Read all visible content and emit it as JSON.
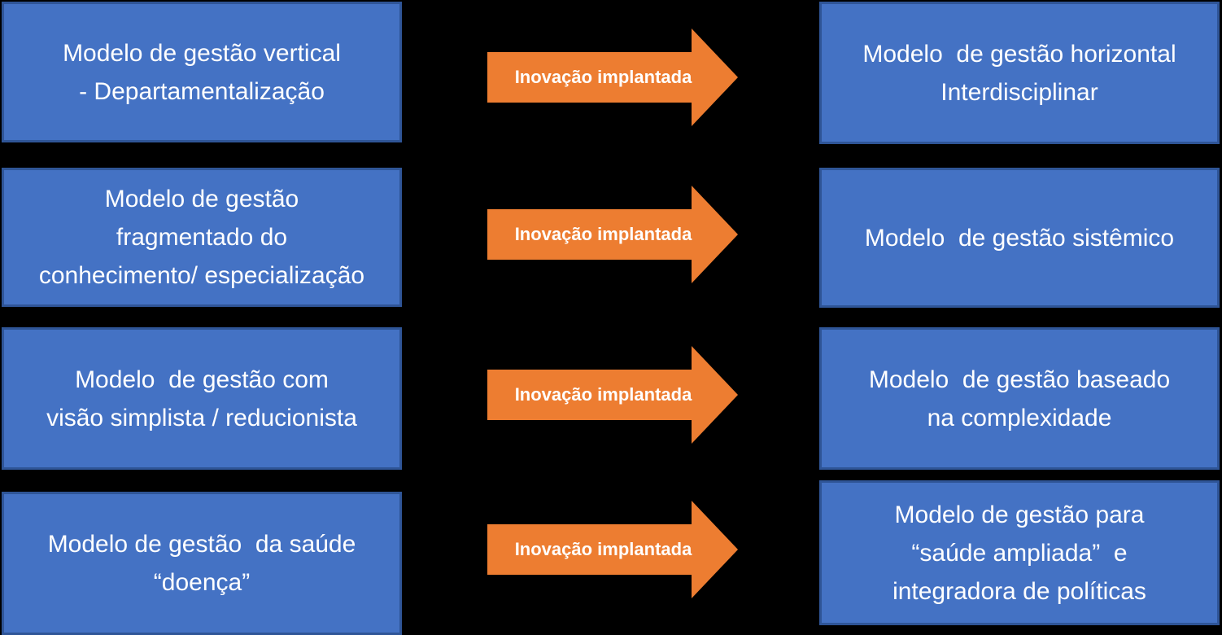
{
  "diagram": {
    "description": "Management model transformation diagram: old models (left) transformed by implemented innovation (arrows) into new models (right)",
    "colors": {
      "background": "#000000",
      "box_fill": "#4472C4",
      "box_border": "#2F5597",
      "arrow_fill": "#ED7D31",
      "text": "#FFFFFF"
    }
  },
  "rows": [
    {
      "left_lines": [
        "Modelo de gestão vertical",
        "- Departamentalização"
      ],
      "arrow_label": "Inovação implantada",
      "right_lines": [
        "Modelo  de gestão horizontal",
        "Interdisciplinar"
      ]
    },
    {
      "left_lines": [
        "Modelo de gestão",
        "fragmentado do",
        "conhecimento/ especialização"
      ],
      "arrow_label": "Inovação implantada",
      "right_lines": [
        "Modelo  de gestão sistêmico"
      ]
    },
    {
      "left_lines": [
        "Modelo  de gestão com",
        "visão simplista / reducionista"
      ],
      "arrow_label": "Inovação implantada",
      "right_lines": [
        "Modelo  de gestão baseado",
        "na complexidade"
      ]
    },
    {
      "left_lines": [
        "Modelo de gestão  da saúde",
        "“doença”"
      ],
      "arrow_label": "Inovação implantada",
      "right_lines": [
        "Modelo de gestão para",
        "“saúde ampliada”  e",
        "integradora de políticas"
      ]
    }
  ]
}
